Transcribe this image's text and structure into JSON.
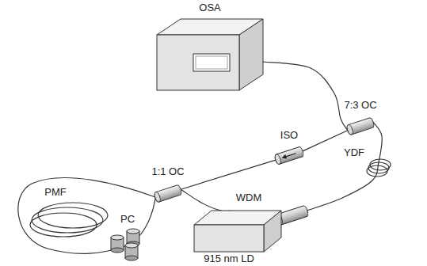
{
  "diagram": {
    "nodes": [
      {
        "text": [
          "OSA"
        ]
      },
      {
        "text": [
          "7:3 OC"
        ]
      },
      {
        "text": [
          "ISO"
        ]
      },
      {
        "text": [
          "1:1 OC"
        ]
      },
      {
        "text": [
          "WDM"
        ]
      },
      {
        "text": [
          "915 nm LD"
        ]
      }
    ],
    "edges": [
      {
        "from": 0,
        "to": 1,
        "arrow": "none"
      },
      {
        "from": 1,
        "to": 2,
        "arrow": "none"
      },
      {
        "from": 2,
        "to": 3,
        "arrow": "none"
      },
      {
        "from": 3,
        "to": 4,
        "arrow": "none"
      },
      {
        "from": 4,
        "to": 1,
        "arrow": "none"
      },
      {
        "from": 5,
        "to": 4,
        "arrow": "none"
      }
    ],
    "labels": [
      "YDF",
      "PMF",
      "PC"
    ]
  }
}
